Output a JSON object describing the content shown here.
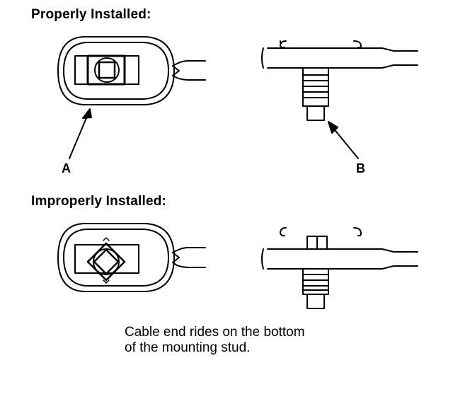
{
  "headings": {
    "proper": "Properly Installed:",
    "improper": "Improperly Installed:"
  },
  "callouts": {
    "a": "A",
    "b": "B"
  },
  "caption": {
    "line1": "Cable end rides on the bottom",
    "line2": "of the mounting stud."
  },
  "colors": {
    "ink": "#000000",
    "paper": "#ffffff"
  }
}
